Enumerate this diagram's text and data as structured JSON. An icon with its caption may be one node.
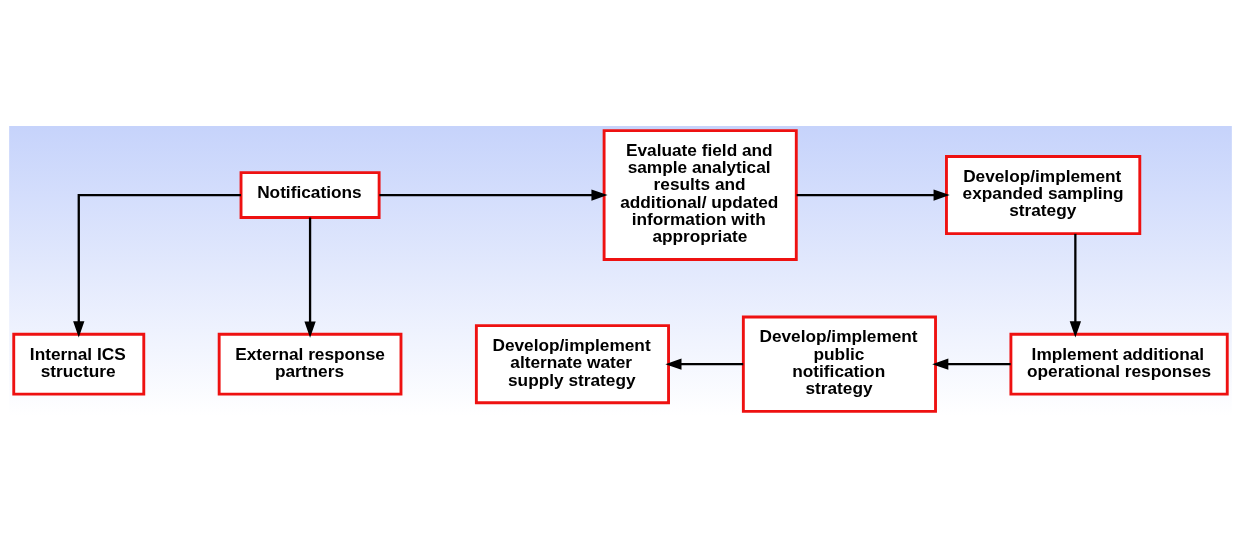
{
  "diagram": {
    "nodes": [
      {
        "text": [
          "Notifications"
        ]
      },
      {
        "text": [
          "Internal ICS structure"
        ]
      },
      {
        "text": [
          "External response partners"
        ]
      },
      {
        "text": [
          "Evaluate field and sample analytical results and additional/ updated information with appropriate"
        ]
      },
      {
        "text": [
          "Develop/implement expanded sampling strategy"
        ]
      },
      {
        "text": [
          "Implement additional operational responses"
        ]
      },
      {
        "text": [
          "Develop/implement public notification strategy"
        ]
      },
      {
        "text": [
          "Develop/implement alternate water supply strategy"
        ]
      }
    ],
    "edges": [
      {
        "from": 0,
        "to": 1,
        "arrow": "to"
      },
      {
        "from": 0,
        "to": 2,
        "arrow": "to"
      },
      {
        "from": 0,
        "to": 3,
        "arrow": "to"
      },
      {
        "from": 3,
        "to": 4,
        "arrow": "to"
      },
      {
        "from": 4,
        "to": 5,
        "arrow": "to"
      },
      {
        "from": 5,
        "to": 6,
        "arrow": "to"
      },
      {
        "from": 6,
        "to": 7,
        "arrow": "to"
      }
    ]
  }
}
